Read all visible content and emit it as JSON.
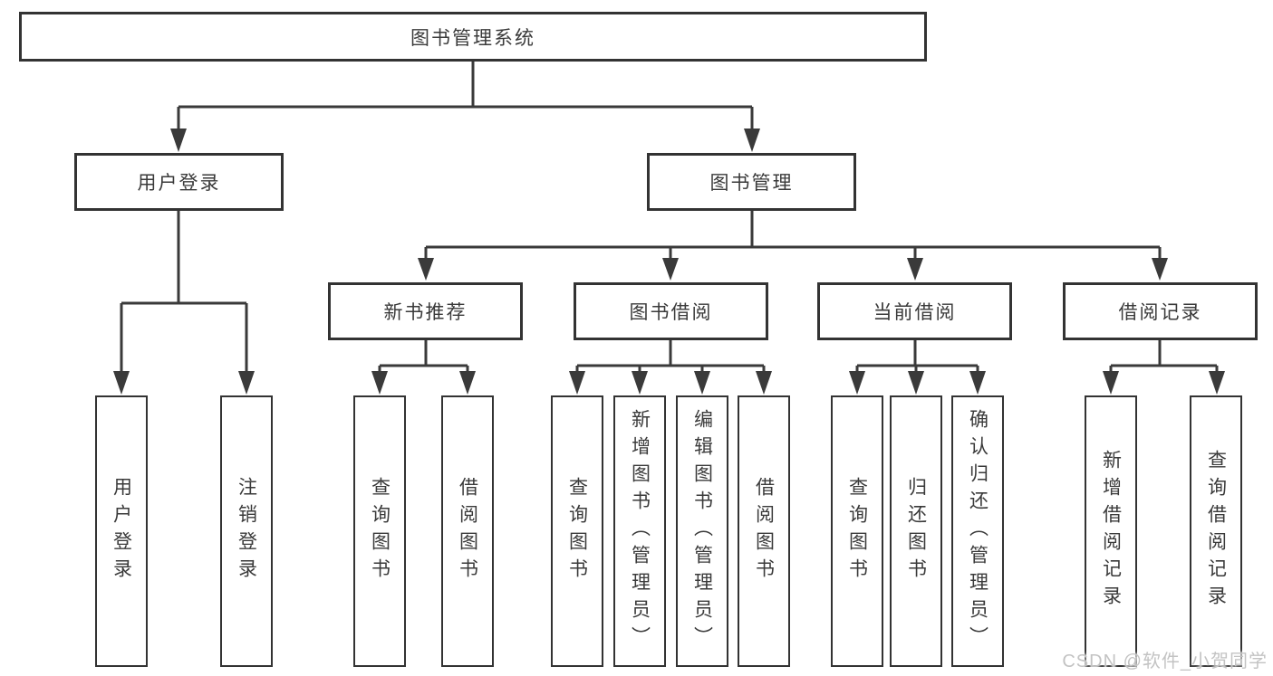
{
  "tree": {
    "root": {
      "label": "图书管理系统"
    },
    "level2": [
      {
        "label": "用户登录"
      },
      {
        "label": "图书管理"
      }
    ],
    "level3": [
      {
        "label": "新书推荐",
        "parent": "图书管理"
      },
      {
        "label": "图书借阅",
        "parent": "图书管理"
      },
      {
        "label": "当前借阅",
        "parent": "图书管理"
      },
      {
        "label": "借阅记录",
        "parent": "图书管理"
      }
    ],
    "leaves": [
      {
        "label": "用户登录",
        "parent": "用户登录"
      },
      {
        "label": "注销登录",
        "parent": "用户登录"
      },
      {
        "label": "查询图书",
        "parent": "新书推荐"
      },
      {
        "label": "借阅图书",
        "parent": "新书推荐"
      },
      {
        "label": "查询图书",
        "parent": "图书借阅"
      },
      {
        "label": "新增图书（管理员）",
        "parent": "图书借阅"
      },
      {
        "label": "编辑图书（管理员）",
        "parent": "图书借阅"
      },
      {
        "label": "借阅图书",
        "parent": "图书借阅"
      },
      {
        "label": "查询图书",
        "parent": "当前借阅"
      },
      {
        "label": "归还图书",
        "parent": "当前借阅"
      },
      {
        "label": "确认归还（管理员）",
        "parent": "当前借阅"
      },
      {
        "label": "新增借阅记录",
        "parent": "借阅记录"
      },
      {
        "label": "查询借阅记录",
        "parent": "借阅记录"
      }
    ],
    "watermark": "CSDN @软件_小贺同学",
    "colors": {
      "line": "#3a3a3a",
      "border": "#333333",
      "text": "#3a3a3a",
      "watermark": "#c3c3c3",
      "background": "#ffffff"
    }
  }
}
